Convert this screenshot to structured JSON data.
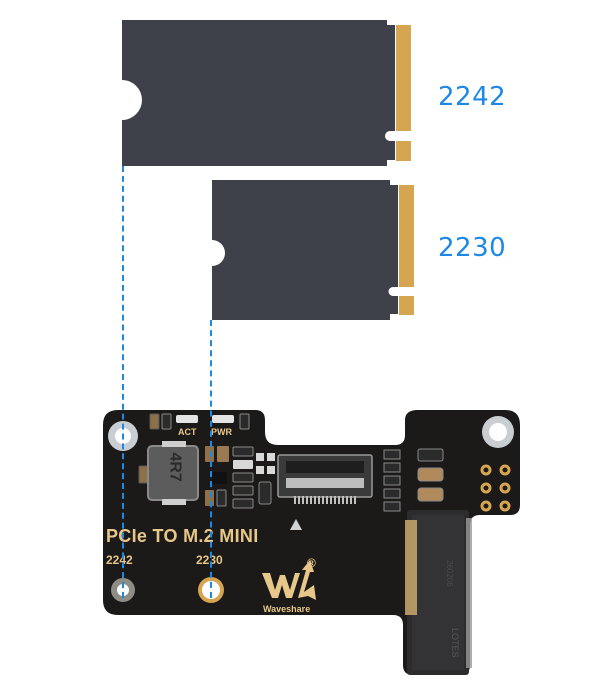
{
  "colors": {
    "card_body": "#3e404a",
    "card_contacts": "#d6a552",
    "accent_blue": "#1e88e5",
    "pcb": "#1b1a18",
    "silkscreen": "#e8c78a",
    "mount_ring": "#c9ced2"
  },
  "cards": [
    {
      "name": "m2-2242-card",
      "label": "2242"
    },
    {
      "name": "m2-2230-card",
      "label": "2230"
    }
  ],
  "board": {
    "title": "PCIe TO M.2 MINI",
    "hole_labels": [
      "2242",
      "2230"
    ],
    "led_labels": [
      "ACT",
      "PWR"
    ],
    "inductor_marking": "4R7",
    "brand": "Waveshare",
    "registered_mark": "®",
    "connector_markings": [
      "260206",
      "LOTES"
    ]
  }
}
